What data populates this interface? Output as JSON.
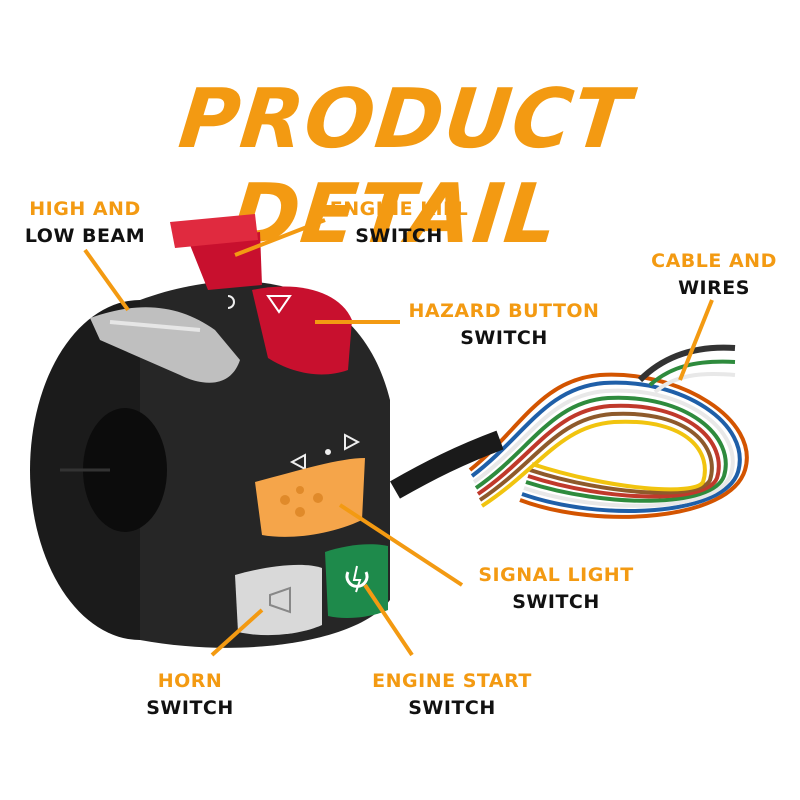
{
  "title": "PRODUCT DETAIL",
  "colors": {
    "accent": "#f39a12",
    "text": "#111111",
    "background": "#ffffff"
  },
  "labels": {
    "high_low_beam": {
      "line1": "HIGH AND",
      "line2": "LOW BEAM"
    },
    "engine_kill": {
      "line1": "ENGINE KILL",
      "line2": "SWITCH"
    },
    "cable_wires": {
      "line1": "CABLE AND",
      "line2": "WIRES"
    },
    "hazard": {
      "line1": "HAZARD BUTTON",
      "line2": "SWITCH"
    },
    "signal_light": {
      "line1": "SIGNAL LIGHT",
      "line2": "SWITCH"
    },
    "horn": {
      "line1": "HORN",
      "line2": "SWITCH"
    },
    "engine_start": {
      "line1": "ENGINE START",
      "line2": "SWITCH"
    }
  },
  "icons": [
    "kill-switch-icon",
    "hazard-icon",
    "beam-icon",
    "turn-arrow-icon",
    "horn-icon",
    "engine-start-icon"
  ]
}
